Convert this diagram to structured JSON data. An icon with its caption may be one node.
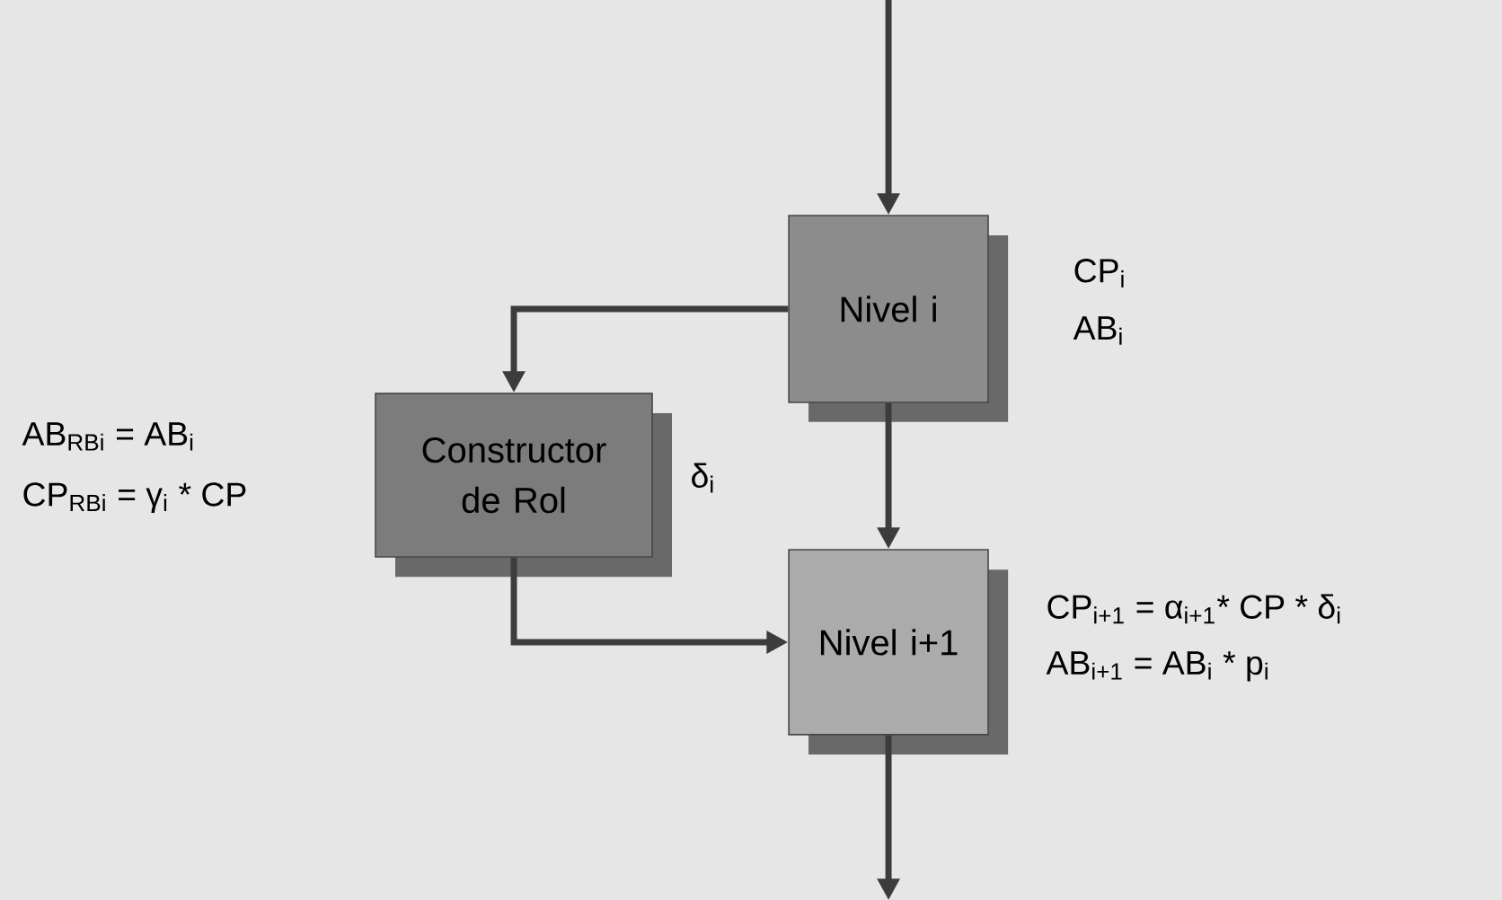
{
  "diagram": {
    "nodes": [
      {
        "text": [
          "Nivel i"
        ],
        "beside": [
          "CP$_{i}$",
          "AB$_{i}$"
        ]
      },
      {
        "text": [
          "Constructor de Rol"
        ],
        "beside": [
          "δ$_{i}$"
        ]
      },
      {
        "text": [
          "Nivel i+1"
        ],
        "beside": [
          "CP$_{i+1}$ = α$_{i+1}$* CP * δ$_{i}$",
          "AB$_{i+1}$ = AB$_{i}$ * p$_{i}$"
        ]
      }
    ],
    "edges": [
      {
        "from": null,
        "to": 0,
        "arrow": "to"
      },
      {
        "from": 0,
        "to": 1,
        "arrow": "to"
      },
      {
        "from": 0,
        "to": 2,
        "arrow": "to"
      },
      {
        "from": 1,
        "to": 2,
        "arrow": "to"
      },
      {
        "from": 2,
        "to": null,
        "arrow": "to"
      }
    ],
    "labels": [
      "AB$_{RBi}$ = AB$_{i}$",
      "CP$_{RBi}$ = γ$_{i}$ * CP"
    ]
  }
}
